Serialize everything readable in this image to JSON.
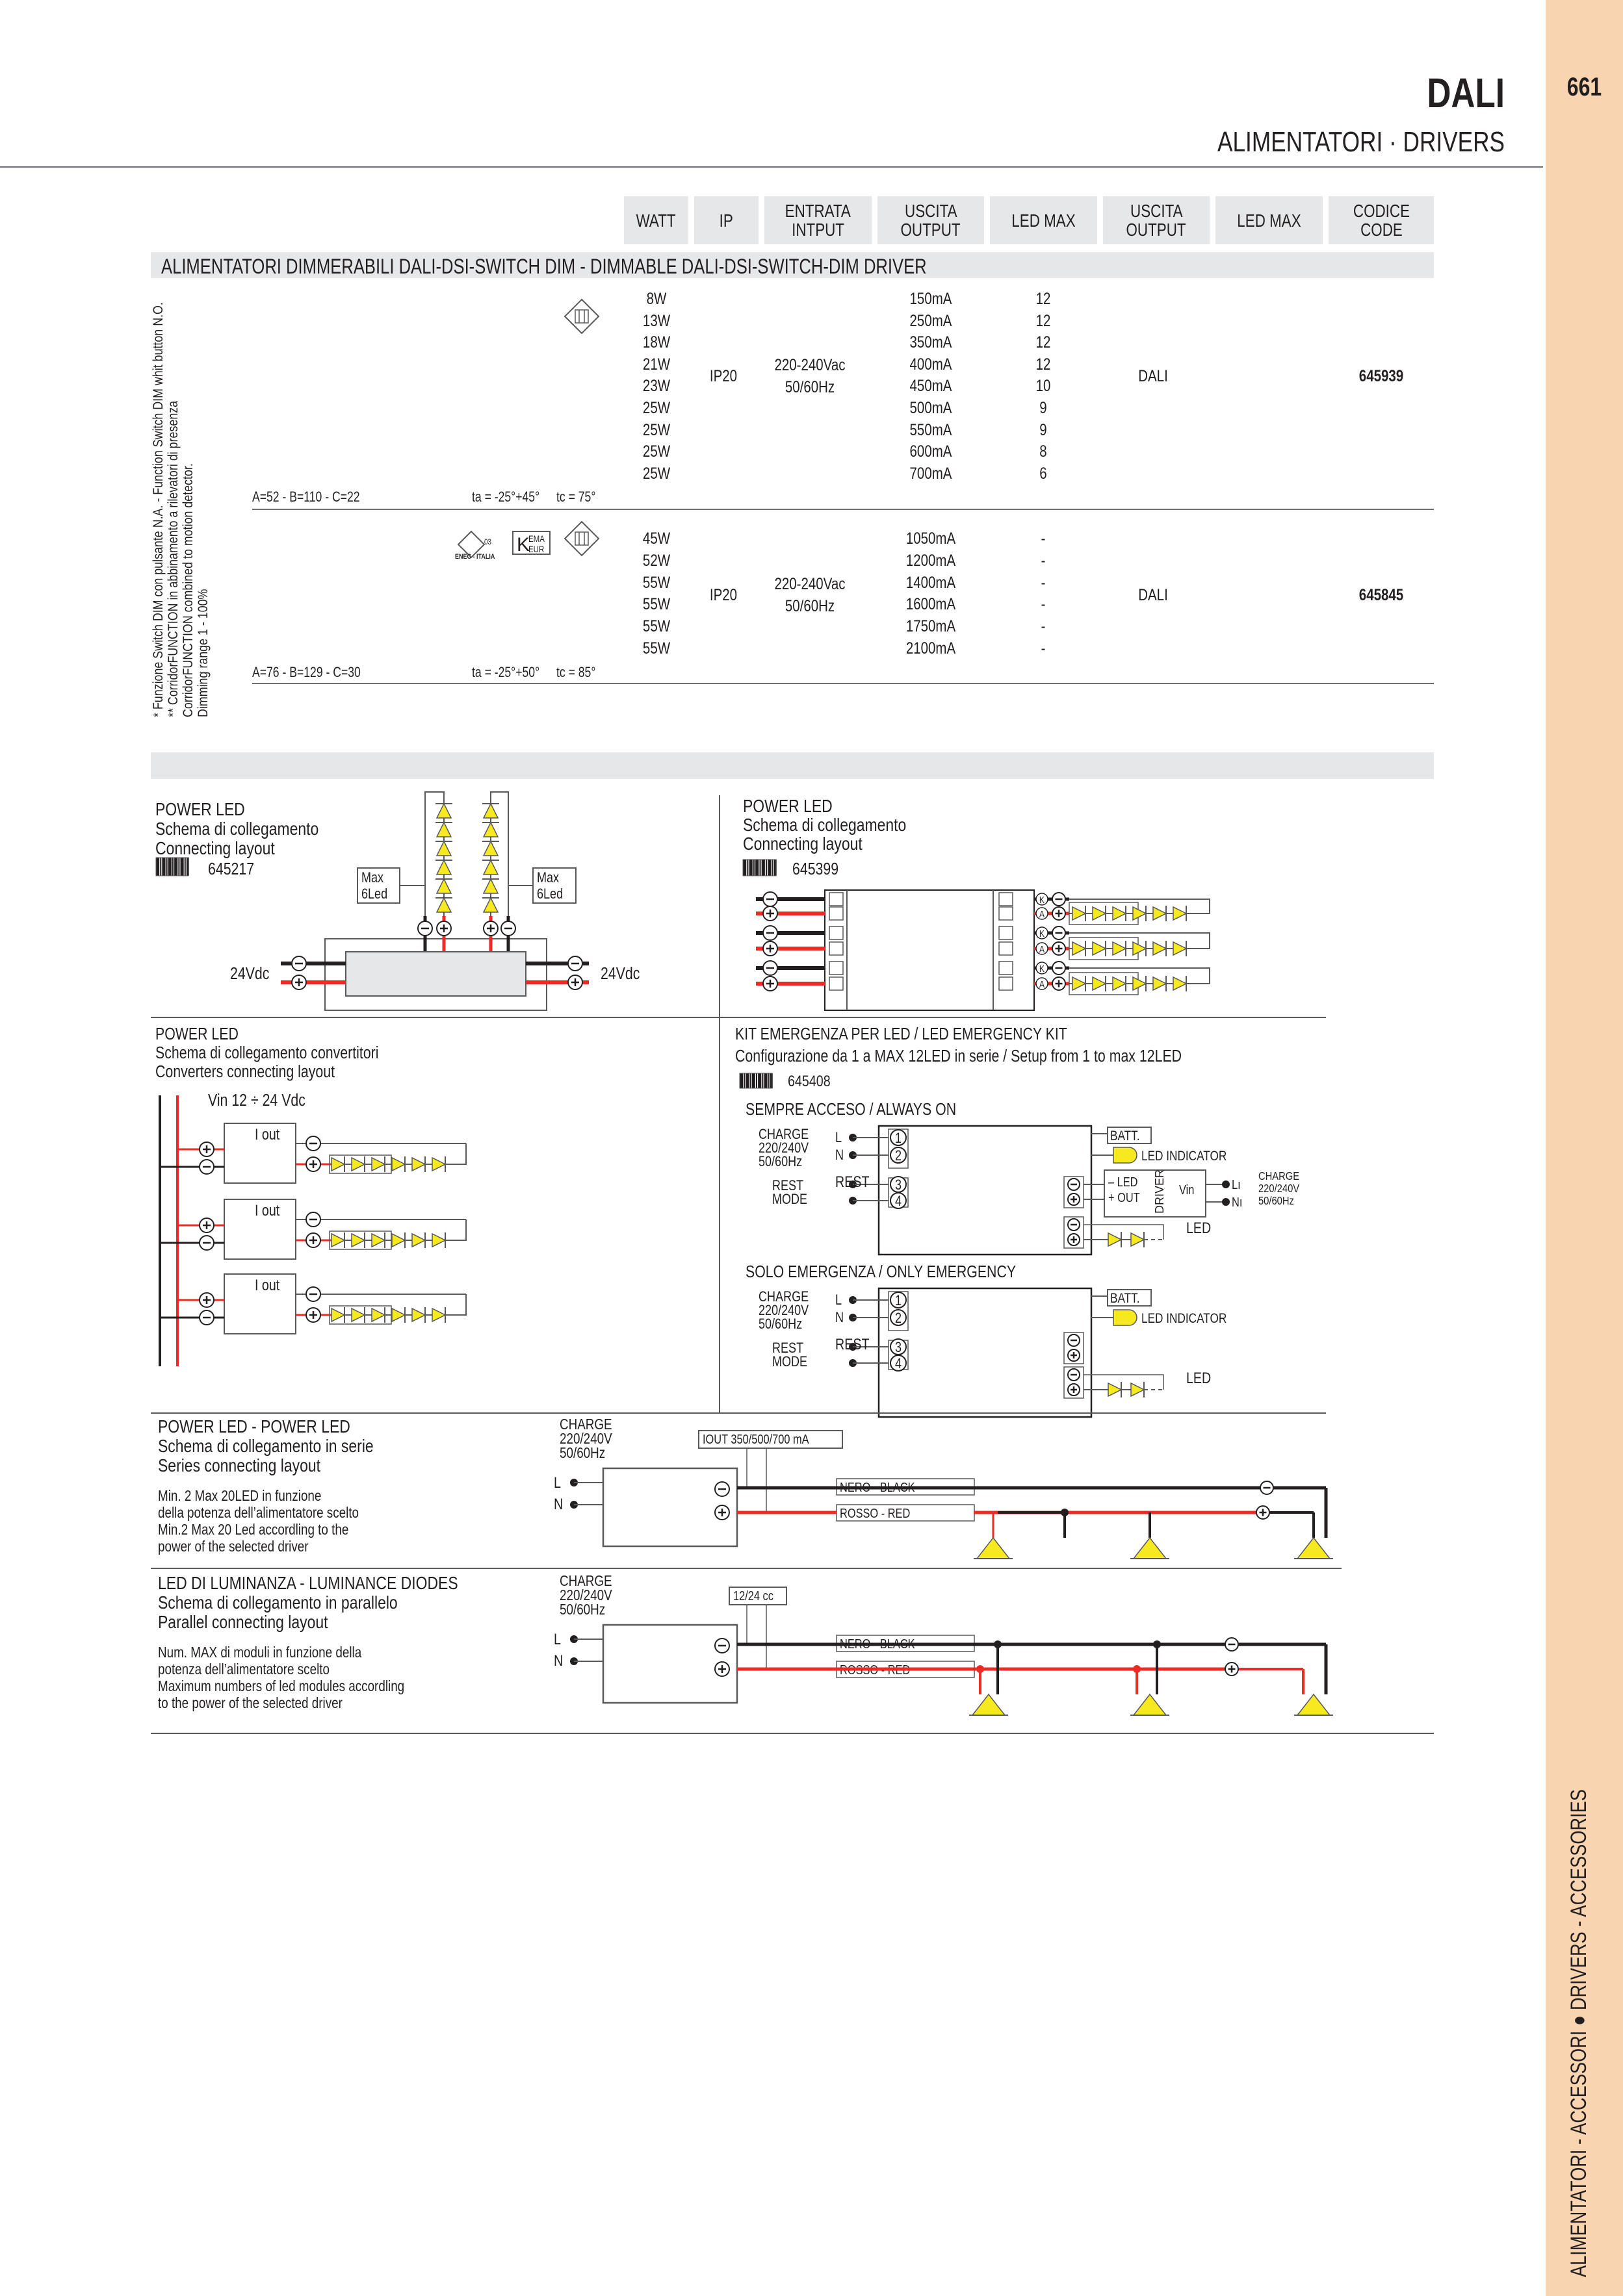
{
  "header": {
    "title": "DALI",
    "subtitle": "ALIMENTATORI · DRIVERS",
    "page_number": "661",
    "side_label": "ALIMENTATORI - ACCESSORI  ●  DRIVERS - ACCESSORIES"
  },
  "columns": [
    {
      "lines": [
        "WATT"
      ]
    },
    {
      "lines": [
        "IP"
      ]
    },
    {
      "lines": [
        "ENTRATA",
        "INTPUT"
      ]
    },
    {
      "lines": [
        "USCITA",
        "OUTPUT"
      ]
    },
    {
      "lines": [
        "LED MAX"
      ]
    },
    {
      "lines": [
        "USCITA",
        "OUTPUT"
      ]
    },
    {
      "lines": [
        "LED MAX"
      ]
    },
    {
      "lines": [
        "CODICE",
        "CODE"
      ]
    }
  ],
  "section_title": "ALIMENTATORI DIMMERABILI DALI-DSI-SWITCH DIM - DIMMABLE DALI-DSI-SWITCH-DIM DRIVER",
  "notes": [
    "* Funzione Switch DIM con pulsante N.A. - Function Switch DIM whit button N.O.",
    "** CorridorFUNCTION in abbinamento a rilevatori di presenza",
    "CorridorFUNCTION combined to  motion detector.",
    "Dimming range 1 - 100%"
  ],
  "products": [
    {
      "watts": [
        "8W",
        "13W",
        "18W",
        "21W",
        "23W",
        "25W",
        "25W",
        "25W",
        "25W"
      ],
      "ip": "IP20",
      "input": [
        "220-240Vac",
        "50/60Hz"
      ],
      "outputs": [
        "150mA",
        "250mA",
        "350mA",
        "400mA",
        "450mA",
        "500mA",
        "550mA",
        "600mA",
        "700mA"
      ],
      "led_max": [
        "12",
        "12",
        "12",
        "12",
        "10",
        "9",
        "9",
        "8",
        "6"
      ],
      "output2": "DALI",
      "code": "645939",
      "dims": "A=52 - B=110 - C=22",
      "ta": "ta = -25°+45°",
      "tc": "tc = 75°",
      "cert_icons": [
        "class-iii-icon"
      ]
    },
    {
      "watts": [
        "45W",
        "52W",
        "55W",
        "55W",
        "55W",
        "55W"
      ],
      "ip": "IP20",
      "input": [
        "220-240Vac",
        "50/60Hz"
      ],
      "outputs": [
        "1050mA",
        "1200mA",
        "1400mA",
        "1600mA",
        "1750mA",
        "2100mA"
      ],
      "led_max": [
        "-",
        "-",
        "-",
        "-",
        "-",
        "-"
      ],
      "output2": "DALI",
      "code": "645845",
      "dims": "A=76 - B=129 - C=30",
      "ta": "ta = -25°+50°",
      "tc": "tc = 85°",
      "cert_icons": [
        "enec-icon",
        "kema-keur-icon",
        "class-iii-icon"
      ],
      "enec_label": "ENEC - ITALIA",
      "enec_num": "03",
      "kema": [
        "EMA",
        "EUR"
      ]
    }
  ],
  "diagrams": {
    "p1": {
      "title": "POWER LED",
      "sub1": "Schema di collegamento",
      "sub2": "Connecting layout",
      "code": "645217",
      "max1": "Max",
      "max2": "6Led",
      "vdc": "24Vdc"
    },
    "p2": {
      "title": "POWER LED",
      "sub1": "Schema di collegamento",
      "sub2": "Connecting layout",
      "code": "645399",
      "k": "K",
      "a": "A"
    },
    "p3": {
      "title": "POWER LED",
      "sub1": "Schema di collegamento convertitori",
      "sub2": "Converters connecting layout",
      "vin": "Vin 12 ÷ 24 Vdc",
      "iout": "I out"
    },
    "p4": {
      "title": "KIT EMERGENZA PER LED / LED EMERGENCY KIT",
      "sub1": "Configurazione da 1 a MAX 12LED in serie / Setup from 1 to max 12LED",
      "code": "645408",
      "always_on": "SEMPRE ACCESO / ALWAYS ON",
      "only_emergency": "SOLO EMERGENZA / ONLY EMERGENCY",
      "charge": [
        "CHARGE",
        "220/240V",
        "50/60Hz"
      ],
      "rest": [
        "REST",
        "MODE"
      ],
      "l": "L",
      "n": "N",
      "batt": "BATT.",
      "led_indicator": "LED  INDICATOR",
      "led": "LED",
      "led_out1": "– LED",
      "led_out2": "+ OUT",
      "driver": "DRIVER",
      "vin": "Vin",
      "li": "Lı",
      "ni": "Nı",
      "terminals": [
        "1",
        "2",
        "3",
        "4"
      ]
    },
    "p5": {
      "title": "POWER LED - POWER LED",
      "sub1": "Schema di collegamento in serie",
      "sub2": "Series connecting layout",
      "notes": [
        "Min. 2 Max 20LED in funzione",
        "della potenza dell’alimentatore scelto",
        "Min.2 Max 20 Led accordling to the",
        "power of the selected driver"
      ],
      "charge": [
        "CHARGE",
        "220/240V",
        "50/60Hz"
      ],
      "iout": "IOUT  350/500/700 mA",
      "l": "L",
      "n": "N",
      "black": "NERO - BLACK",
      "red": "ROSSO  - RED"
    },
    "p6": {
      "title": "LED DI LUMINANZA - LUMINANCE DIODES",
      "sub1": "Schema di collegamento in parallelo",
      "sub2": "Parallel connecting layout",
      "notes": [
        "Num. MAX di moduli in funzione della",
        "potenza dell’alimentatore scelto",
        "Maximum numbers of led modules accordling",
        "to the power of the selected driver"
      ],
      "charge": [
        "CHARGE",
        "220/240V",
        "50/60Hz"
      ],
      "vcc": "12/24 cc",
      "l": "L",
      "n": "N",
      "black": "NERO - BLACK",
      "red": "ROSSO  - RED"
    }
  },
  "colors": {
    "sidebar": "#f8d5b0",
    "band": "#e6e7e8",
    "wire_red": "#ee2a24",
    "wire_black": "#231f20",
    "led_yellow": "#f7e91f"
  }
}
